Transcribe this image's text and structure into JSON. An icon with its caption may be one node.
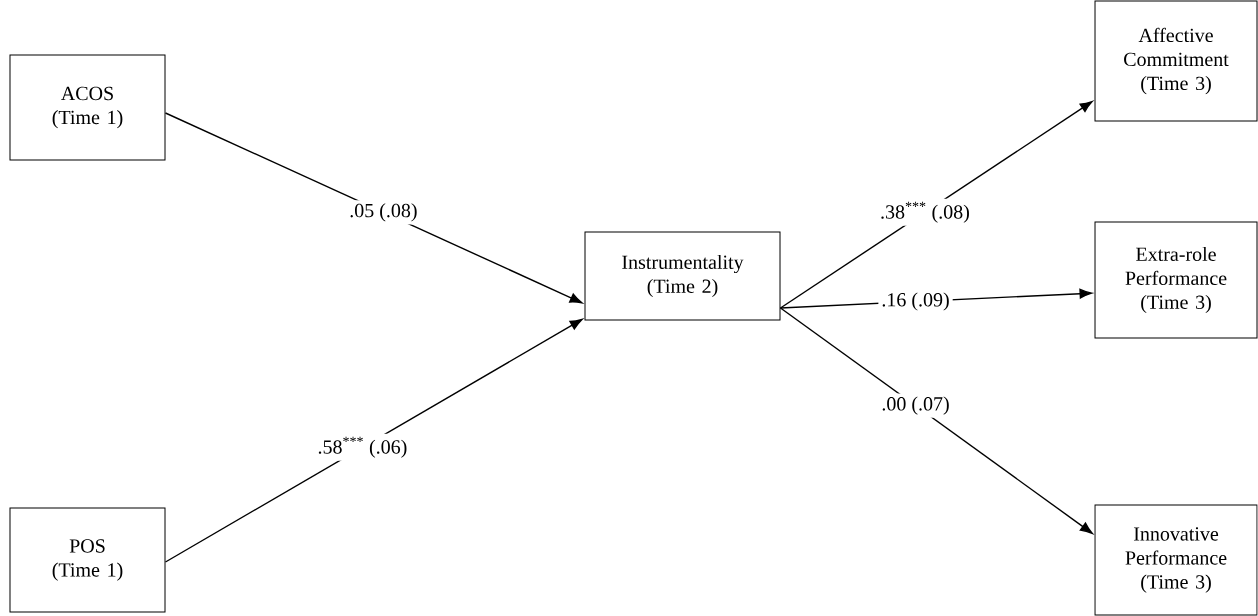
{
  "diagram": {
    "nodes": [
      {
        "text": [
          "ACOS (Time 1)"
        ]
      },
      {
        "text": [
          "POS (Time 1)"
        ]
      },
      {
        "text": [
          "Instrumentality (Time 2)"
        ]
      },
      {
        "text": [
          "Affective Commitment (Time 3)"
        ]
      },
      {
        "text": [
          "Extra-role Performance (Time 3)"
        ]
      },
      {
        "text": [
          "Innovative Performance (Time 3)"
        ]
      }
    ],
    "edges": [
      {
        "from": 0,
        "to": 2,
        "arrow": "to",
        "label": ".05 (.08)"
      },
      {
        "from": 1,
        "to": 2,
        "arrow": "to",
        "label": ".58$^{***}$ (.06)"
      },
      {
        "from": 2,
        "to": 3,
        "arrow": "to",
        "label": ".38$^{***}$ (.08)"
      },
      {
        "from": 2,
        "to": 4,
        "arrow": "to",
        "label": ".16 (.09)"
      },
      {
        "from": 2,
        "to": 5,
        "arrow": "to",
        "label": ".00 (.07)"
      }
    ]
  }
}
